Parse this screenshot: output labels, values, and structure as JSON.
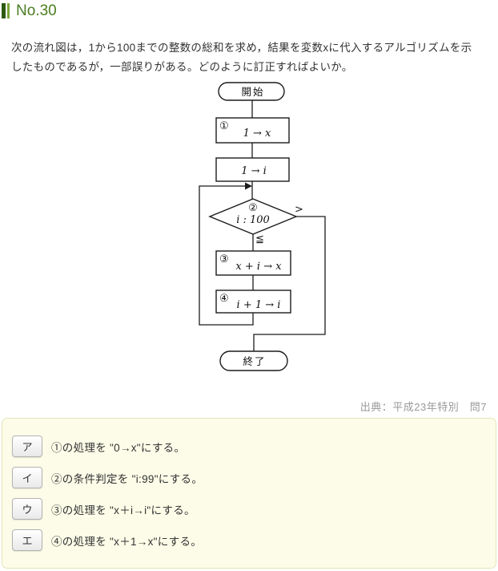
{
  "page": {
    "title": "No.30",
    "accent_color": "#4a7d1f",
    "title_bar_dark": "#2d5a0f",
    "title_bar_light": "#7ca839"
  },
  "question": {
    "lines": [
      "次の流れ図は，1から100までの整数の総和を求め，結果を変数xに代入するアルゴリズムを示",
      "したものであるが，一部誤りがある。どのように訂正すればよいか。"
    ]
  },
  "flowchart": {
    "start": "開始",
    "end": "終了",
    "step1_num": "①",
    "step1": "1 → x",
    "step2": "1 → i",
    "decision_num": "②",
    "decision": "i : 100",
    "step3_num": "③",
    "step3": "x + i → x",
    "step4_num": "④",
    "step4": "i + 1 → i",
    "branch_greater": ">",
    "branch_less_equal": "≦"
  },
  "source": "出典：平成23年特別　問7",
  "options_panel": {
    "background": "#fcfce8",
    "border": "#e5e5ba",
    "options": [
      {
        "key": "ア",
        "text": "①の処理を \"0→x\"にする。"
      },
      {
        "key": "イ",
        "text": "②の条件判定を \"i:99\"にする。"
      },
      {
        "key": "ウ",
        "text": "③の処理を \"x＋i→i\"にする。"
      },
      {
        "key": "エ",
        "text": "④の処理を \"x＋1→x\"にする。"
      }
    ]
  }
}
